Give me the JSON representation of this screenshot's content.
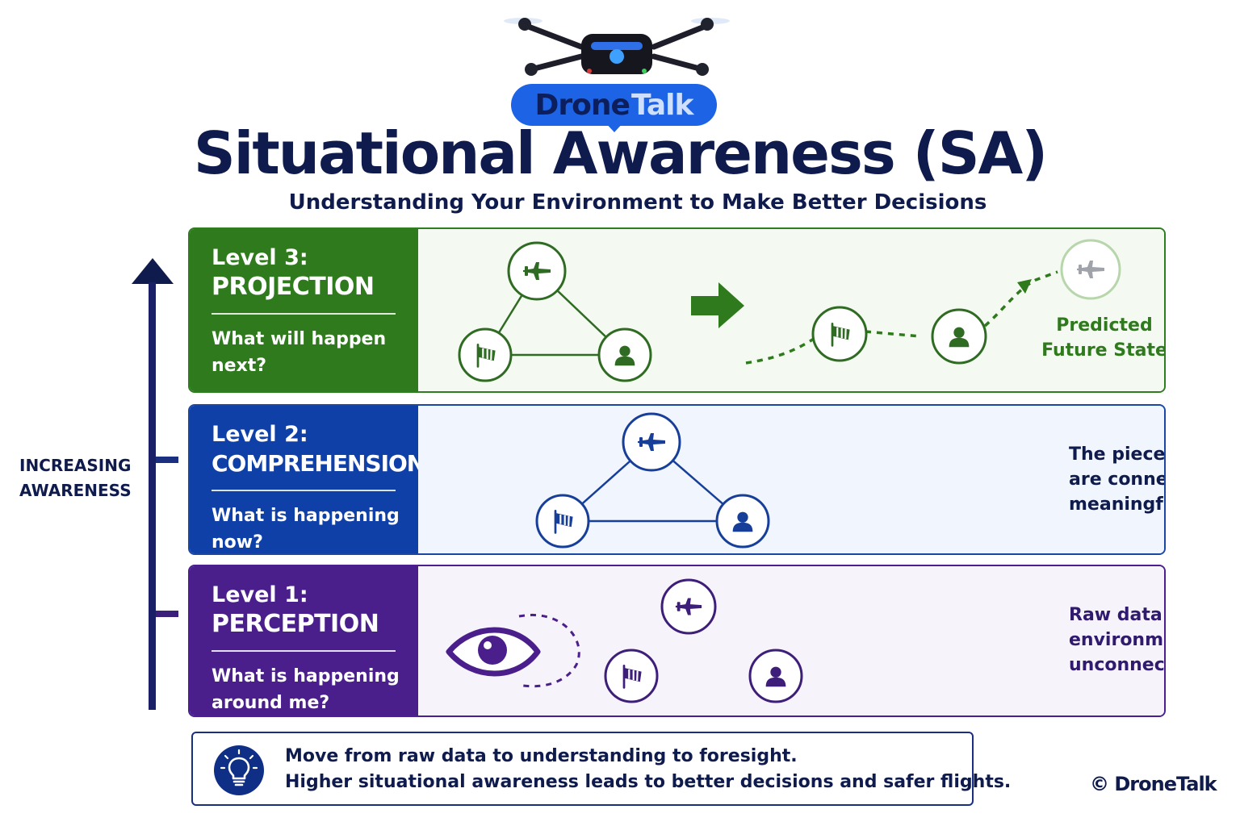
{
  "header": {
    "brand_part1": "Drone",
    "brand_part2": "Talk",
    "title": "Situational Awareness (SA)",
    "subtitle": "Understanding Your Environment to Make Better Decisions"
  },
  "axis": {
    "label_line1": "INCREASING",
    "label_line2": "AWARENESS"
  },
  "levels": [
    {
      "level": "Level 3:",
      "name": "PROJECTION",
      "question_line1": "What will happen",
      "question_line2": "next?",
      "predicted_line1": "Predicted",
      "predicted_line2": "Future State",
      "color": "#2f7a1d"
    },
    {
      "level": "Level 2:",
      "name": "COMPREHENSION",
      "question_line1": "What is happening",
      "question_line2": "now?",
      "desc_line1": "The pieces of information",
      "desc_line2": "are connected and",
      "desc_line3": "meaningful.",
      "color": "#0f40a8"
    },
    {
      "level": "Level 1:",
      "name": "PERCEPTION",
      "question_line1": "What is happening",
      "question_line2": "around me?",
      "desc_line1": "Raw data from the",
      "desc_line2": "environment —",
      "desc_line3": "unconnected.",
      "color": "#4a1f8c"
    }
  ],
  "icons": [
    "drone-icon",
    "aircraft-icon",
    "windsock-icon",
    "person-icon",
    "eye-icon",
    "arrow-right-icon",
    "lightbulb-icon",
    "up-arrow-icon"
  ],
  "callout": {
    "line1": "Move from raw data to understanding to foresight.",
    "line2": "Higher situational awareness leads to better decisions and safer flights."
  },
  "footer": {
    "copyright": "© DroneTalk"
  }
}
